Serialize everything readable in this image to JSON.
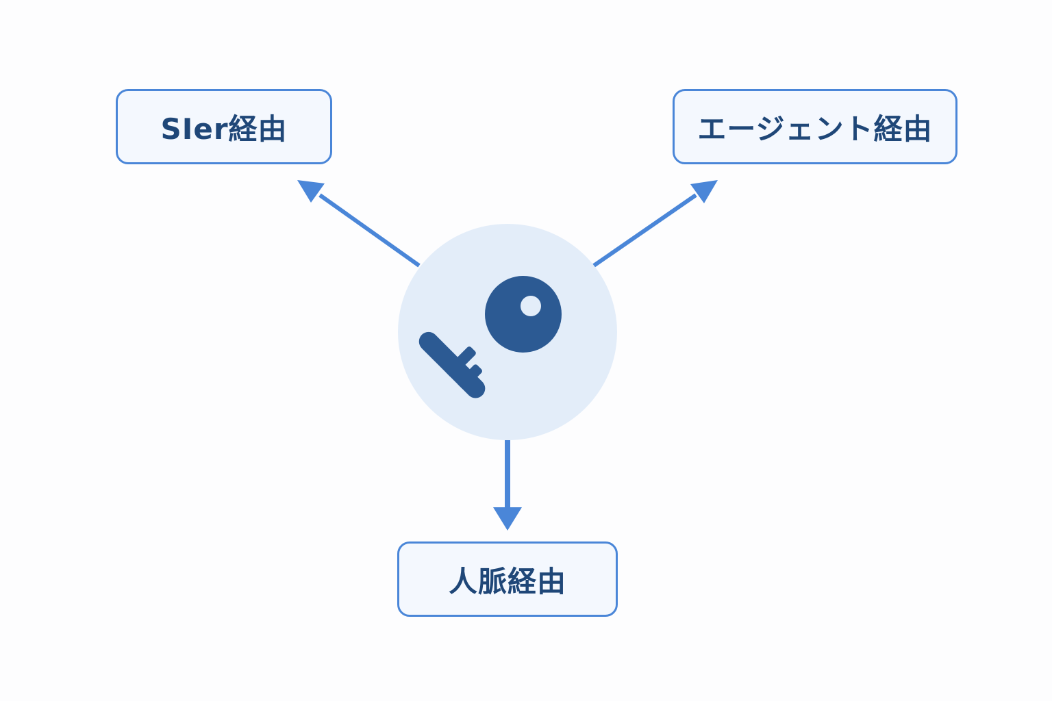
{
  "nodes": {
    "sier": {
      "label": "SIer経由"
    },
    "agent": {
      "label": "エージェント経由"
    },
    "network": {
      "label": "人脈経由"
    }
  },
  "center": {
    "icon": "key-icon"
  },
  "colors": {
    "arrow": "#4a86d8",
    "node_border": "#4a86d8",
    "node_fill": "#f4f8fe",
    "text": "#1f4778",
    "hub_fill": "#e3edf9",
    "key": "#2c5a93"
  }
}
